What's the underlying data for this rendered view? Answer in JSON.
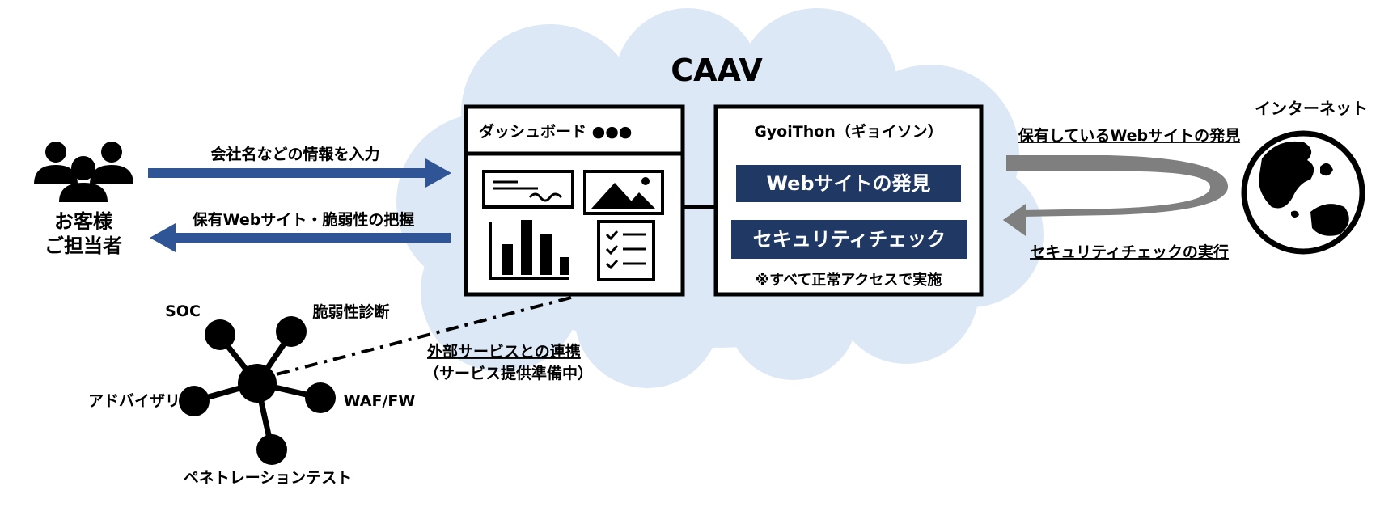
{
  "cloud_title": "CAAV",
  "users": {
    "line1": "お客様",
    "line2": "ご担当者"
  },
  "arrows": {
    "input_label": "会社名などの情報を入力",
    "output_label": "保有Webサイト・脆弱性の把握",
    "discover_label": "保有しているWebサイトの発見",
    "check_label": "セキュリティチェックの実行"
  },
  "dashboard": {
    "title": "ダッシュボード ●●●"
  },
  "gyoithon": {
    "title": "GyoiThon（ギョイソン）",
    "btn_discover": "Webサイトの発見",
    "btn_security": "セキュリティチェック",
    "note": "※すべて正常アクセスで実施"
  },
  "internet": {
    "label": "インターネット"
  },
  "integration": {
    "line1": "外部サービスとの連携",
    "line2": "（サービス提供準備中）"
  },
  "services": {
    "soc": "SOC",
    "vuln": "脆弱性診断",
    "advisory": "アドバイザリ",
    "waf": "WAF/FW",
    "pentest": "ペネトレーションテスト"
  },
  "colors": {
    "cloud": "#dce8f5",
    "navy": "#1f3864",
    "arrow_blue": "#2f5597",
    "arrow_gray": "#7f7f7f"
  }
}
